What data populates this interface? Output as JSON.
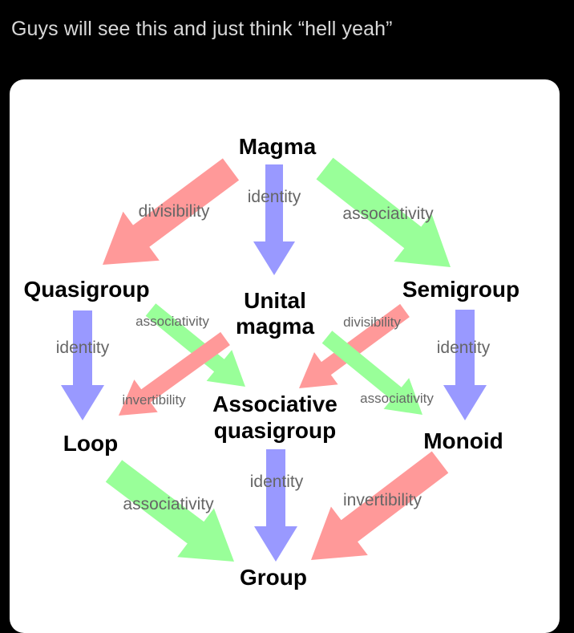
{
  "caption": "Guys will see this and just think “hell yeah”",
  "colors": {
    "background": "#000000",
    "card": "#ffffff",
    "identity": "#9999ff",
    "divisibility": "#ff9999",
    "associativity": "#99ff99",
    "invertibility": "#ff9999",
    "node_text": "#000000",
    "edge_text": "#666666"
  },
  "nodes": {
    "magma": "Magma",
    "quasigroup": "Quasigroup",
    "unital_line1": "Unital",
    "unital_line2": "magma",
    "semigroup": "Semigroup",
    "loop": "Loop",
    "assoc_line1": "Associative",
    "assoc_line2": "quasigroup",
    "monoid": "Monoid",
    "group": "Group"
  },
  "edges": {
    "magma_quasigroup": "divisibility",
    "magma_unital": "identity",
    "magma_semigroup": "associativity",
    "quasigroup_loop": "identity",
    "quasigroup_assoc": "associativity",
    "unital_loop": "invertibility",
    "semigroup_assoc": "divisibility",
    "unital_monoid": "associativity",
    "semigroup_monoid": "identity",
    "loop_group": "associativity",
    "assoc_group": "identity",
    "monoid_group": "invertibility"
  }
}
